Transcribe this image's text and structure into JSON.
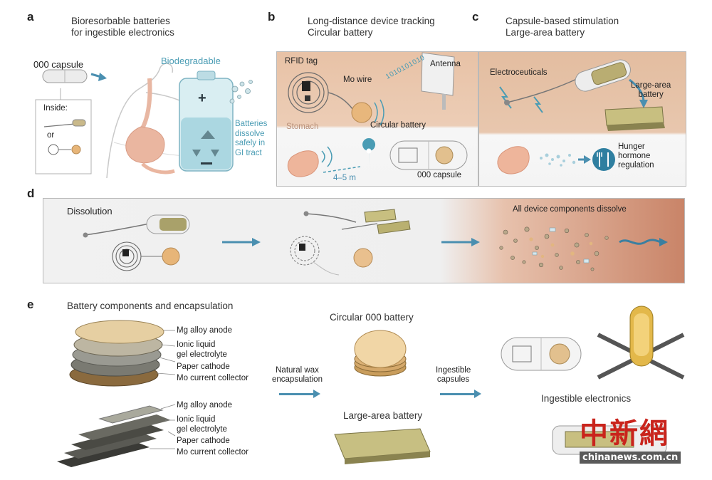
{
  "panel_a": {
    "letter": "a",
    "title_line1": "Bioresorbable batteries",
    "title_line2": "for ingestible electronics",
    "capsule_label": "000 capsule",
    "inside_label": "Inside:",
    "or_label": "or",
    "biodegradable_label": "Biodegradable",
    "dissolve_line1": "Batteries",
    "dissolve_line2": "dissolve",
    "dissolve_line3": "safely in",
    "dissolve_line4": "GI tract"
  },
  "panel_b": {
    "letter": "b",
    "title_line1": "Long-distance device tracking",
    "title_line2": "Circular battery",
    "rfid_label": "RFID tag",
    "mo_wire_label": "Mo wire",
    "antenna_label": "Antenna",
    "binary_text": "1010101010",
    "circular_battery_label": "Circular battery",
    "stomach_label": "Stomach",
    "distance_label": "4–5 m",
    "capsule_label": "000 capsule"
  },
  "panel_c": {
    "letter": "c",
    "title_line1": "Capsule-based stimulation",
    "title_line2": "Large-area battery",
    "electroceuticals_label": "Electroceuticals",
    "large_area_line1": "Large-area",
    "large_area_line2": "battery",
    "hunger_line1": "Hunger",
    "hunger_line2": "hormone",
    "hunger_line3": "regulation"
  },
  "panel_d": {
    "letter": "d",
    "dissolution_label": "Dissolution",
    "all_dissolve_label": "All device components dissolve"
  },
  "panel_e": {
    "letter": "e",
    "title": "Battery components and encapsulation",
    "layers_top": [
      "Mg alloy anode",
      "Ionic liquid",
      "gel electrolyte",
      "Paper cathode",
      "Mo current collector"
    ],
    "layers_bottom": [
      "Mg alloy anode",
      "Ionic liquid",
      "gel electrolyte",
      "Paper cathode",
      "Mo current collector"
    ],
    "wax_line1": "Natural wax",
    "wax_line2": "encapsulation",
    "circular_label": "Circular 000 battery",
    "large_area_label": "Large-area battery",
    "ingestible_caps_line1": "Ingestible",
    "ingestible_caps_line2": "capsules",
    "ingestible_electronics_label": "Ingestible electronics"
  },
  "watermark": {
    "chinese": "中新網",
    "url": "chinanews.com.cn"
  },
  "colors": {
    "accent_blue": "#4a9cb4",
    "arrow_blue": "#4a8fb0",
    "tissue": "#e3bda0",
    "battery_gold": "#d9b27a"
  }
}
